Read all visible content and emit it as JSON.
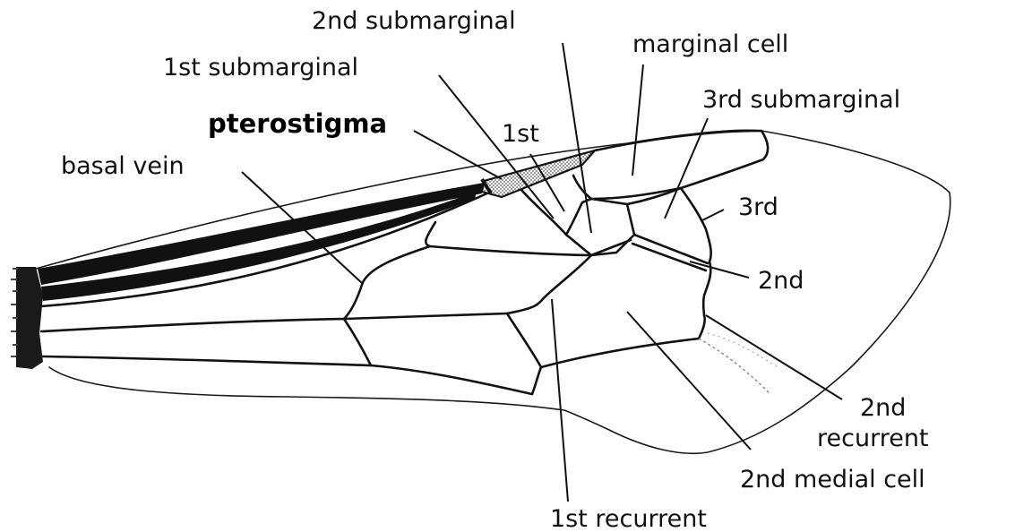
{
  "labels": {
    "second_submarginal": "2nd submarginal",
    "first_submarginal": "1st submarginal",
    "marginal_cell": "marginal cell",
    "third_submarginal": "3rd submarginal",
    "pterostigma": "pterostigma",
    "first": "1st",
    "basal_vein": "basal vein",
    "third": "3rd",
    "second": "2nd",
    "second_recurrent_line1": "2nd",
    "second_recurrent_line2": "recurrent",
    "second_medial_cell": "2nd medial cell",
    "first_recurrent": "1st recurrent"
  },
  "colors": {
    "line": "#111111",
    "stigma_fill": "#bdbdbd",
    "background": "#ffffff"
  }
}
